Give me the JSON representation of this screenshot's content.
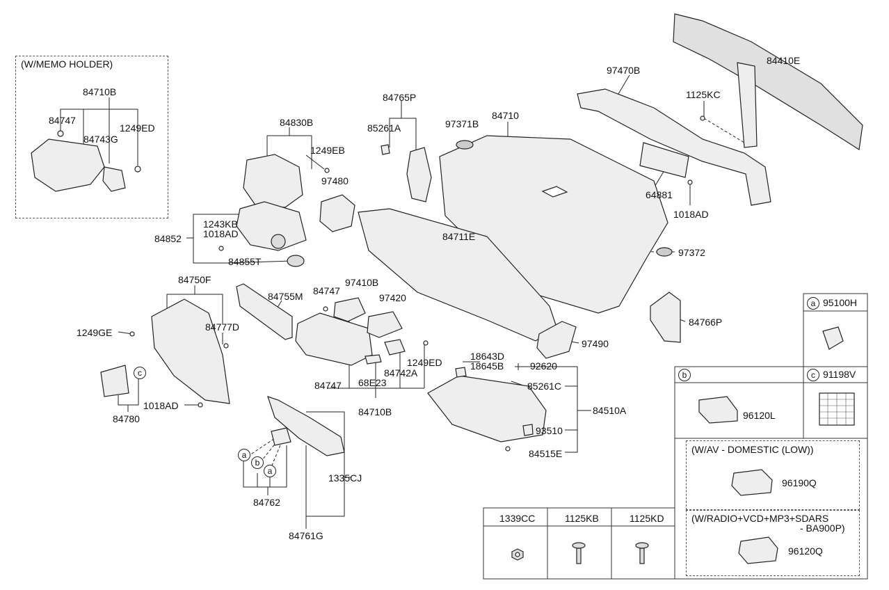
{
  "memo_box": {
    "title": "(W/MEMO HOLDER)"
  },
  "av_box": {
    "title": "(W/AV - DOMESTIC (LOW))"
  },
  "radio_box": {
    "title_line1": "(W/RADIO+VCD+MP3+SDARS",
    "title_line2": "- BA900P)"
  },
  "legend": {
    "a": "a",
    "b": "b",
    "c": "c"
  },
  "fastener_table": {
    "cols": [
      "1339CC",
      "1125KB",
      "1125KD"
    ]
  },
  "parts": {
    "p84710B_memo": "84710B",
    "p84747_memo": "84747",
    "p84743G": "84743G",
    "p1249ED_memo": "1249ED",
    "p84830B": "84830B",
    "p1249EB": "1249EB",
    "p97480": "97480",
    "p84852": "84852",
    "p1243KB": "1243KB",
    "p1018AD_a": "1018AD",
    "p84855T": "84855T",
    "p84765P": "84765P",
    "p85261A": "85261A",
    "p97371B": "97371B",
    "p84710": "84710",
    "p97470B": "97470B",
    "p84410E": "84410E",
    "p1125KC": "1125KC",
    "p64881": "64881",
    "p1018AD_b": "1018AD",
    "p97372": "97372",
    "p84711E": "84711E",
    "p84766P": "84766P",
    "p84750F": "84750F",
    "p1249GE": "1249GE",
    "p84777D": "84777D",
    "p84755M": "84755M",
    "p84747_b": "84747",
    "p97410B": "97410B",
    "p97420": "97420",
    "p97490": "97490",
    "p1249ED_b": "1249ED",
    "p84742A": "84742A",
    "p68E23": "68E23",
    "p84747_c": "84747",
    "p84710B_b": "84710B",
    "p1018AD_c": "1018AD",
    "p84780": "84780",
    "p18643D": "18643D",
    "p18645B": "18645B",
    "p92620": "92620",
    "p85261C": "85261C",
    "p84510A": "84510A",
    "p93510": "93510",
    "p84515E": "84515E",
    "p1335CJ": "1335CJ",
    "p84762": "84762",
    "p84761G": "84761G",
    "p95100H": "95100H",
    "p91198V": "91198V",
    "p96120L": "96120L",
    "p96190Q": "96190Q",
    "p96120Q": "96120Q"
  },
  "colors": {
    "line": "#222222",
    "fill": "#e6e6e6",
    "dark": "#555555"
  }
}
